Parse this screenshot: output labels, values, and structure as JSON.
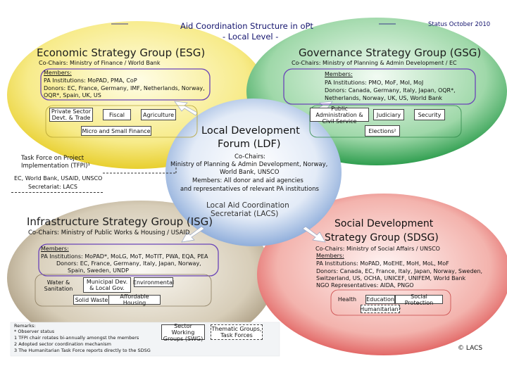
{
  "header": {
    "title_line1": "Aid Coordination Structure in oPt",
    "title_line2": "- Local Level -",
    "status": "Status October 2010"
  },
  "esg": {
    "title": "Economic Strategy Group (ESG)",
    "cochairs": "Co-Chairs: Ministry of Finance / World Bank",
    "members_label": "Members:",
    "members_line1": "PA Institutions: MoPAD, PMA, CoP",
    "members_line2": "Donors: EC, France, Germany, IMF, Netherlands, Norway,",
    "members_line3": "OQR*, Spain, UK, US",
    "swg": [
      "Private Sector Devt. & Trade",
      "Fiscal",
      "Agriculture",
      "Micro and Small Finance"
    ]
  },
  "gsg": {
    "title": "Governance Strategy Group (GSG)",
    "cochairs": "Co-Chairs: Ministry of Planning & Admin Development / EC",
    "members_label": "Members:",
    "members_line1": "PA Institutions: PMO, MoF, MoI, MoJ",
    "members_line2": "Donors: Canada, Germany, Italy, Japan, OQR*,",
    "members_line3": "Netherlands, Norway, UK, US, World Bank",
    "swg": [
      "Public Administration & Civil Service",
      "Judiciary",
      "Security",
      "Elections²"
    ]
  },
  "ldf": {
    "title_line1": "Local Development",
    "title_line2": "Forum (LDF)",
    "cochairs_label": "Co-Chairs:",
    "cochairs_line1": "Ministry of Planning & Admin Development, Norway,",
    "cochairs_line2": "World Bank, UNSCO",
    "members_line1": "Members: All donor and aid agencies",
    "members_line2": "and representatives of relevant PA institutions",
    "lacs_line1": "Local Aid Coordination",
    "lacs_line2": "Secretariat (LACS)"
  },
  "tfpi": {
    "line1": "Task Force on Project",
    "line2": "Implementation (TFPI)¹",
    "line3": "EC, World Bank, USAID, UNSCO",
    "line4": "Secretariat: LACS"
  },
  "isg": {
    "title": "Infrastructure Strategy Group (ISG)",
    "cochairs": "Co-Chairs: Ministry of Public Works & Housing / USAID",
    "members_label": "Members:",
    "members_line1": "PA Institutions: MoPAD*, MoLG, MoT, MoTIT, PWA, EQA, PEA",
    "members_line2": "Donors: EC, France, Germany, Italy, Japan, Norway,",
    "members_line3": "Spain, Sweden, UNDP",
    "swg": [
      "Water & Sanitation",
      "Municipal Dev. & Local Gov.",
      "Environmental",
      "Solid Waste",
      "Affordable Housing"
    ]
  },
  "sdsg": {
    "title_line1": "Social Development",
    "title_line2": "Strategy Group (SDSG)",
    "cochairs": "Co-Chairs: Ministry of Social Affairs / UNSCO",
    "members_label": "Members:",
    "members_line1": "PA Institutions: MoPAD, MoEHE, MoH, MoL, MoF",
    "members_line2": "Donors: Canada, EC, France, Italy, Japan, Norway, Sweden,",
    "members_line3": "Switzerland, US, OCHA, UNICEF, UNIFEM, World Bank",
    "members_line4": "NGO Representatives: AIDA, PNGO",
    "swg": [
      "Health",
      "Education",
      "Social Protection",
      "Humanitarian³"
    ]
  },
  "remarks": {
    "title": "Remarks:",
    "line1": "* Observer status",
    "line2": "1 TFPI chair rotates bi-annually amongst the members",
    "line3": "2 Adopted sector coordination mechanism",
    "line4": "3 The Humanitarian Task Force reports directly to the SDSG"
  },
  "legend": {
    "swg": "Sector Working Groups (SWG)",
    "tf": "Thematic Groups, Task Forces"
  },
  "footer": {
    "copyright": "© LACS"
  },
  "colors": {
    "esg": "#f7e24a",
    "gsg": "#2fa35a",
    "isg": "#aa9a7c",
    "sdsg": "#e25a5a",
    "ldf": "#5b86c8",
    "title": "#14146e"
  }
}
